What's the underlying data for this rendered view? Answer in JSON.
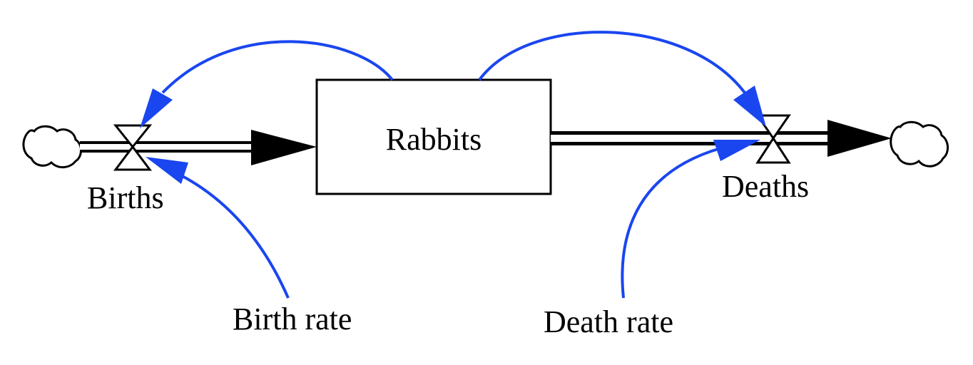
{
  "stock": {
    "label": "Rabbits"
  },
  "flows": {
    "inflow": {
      "label": "Births"
    },
    "outflow": {
      "label": "Deaths"
    }
  },
  "auxiliaries": {
    "birth_rate": {
      "label": "Birth rate"
    },
    "death_rate": {
      "label": "Death rate"
    }
  },
  "colors": {
    "link": "#1a46f0",
    "stroke": "#000000",
    "background": "#ffffff"
  }
}
